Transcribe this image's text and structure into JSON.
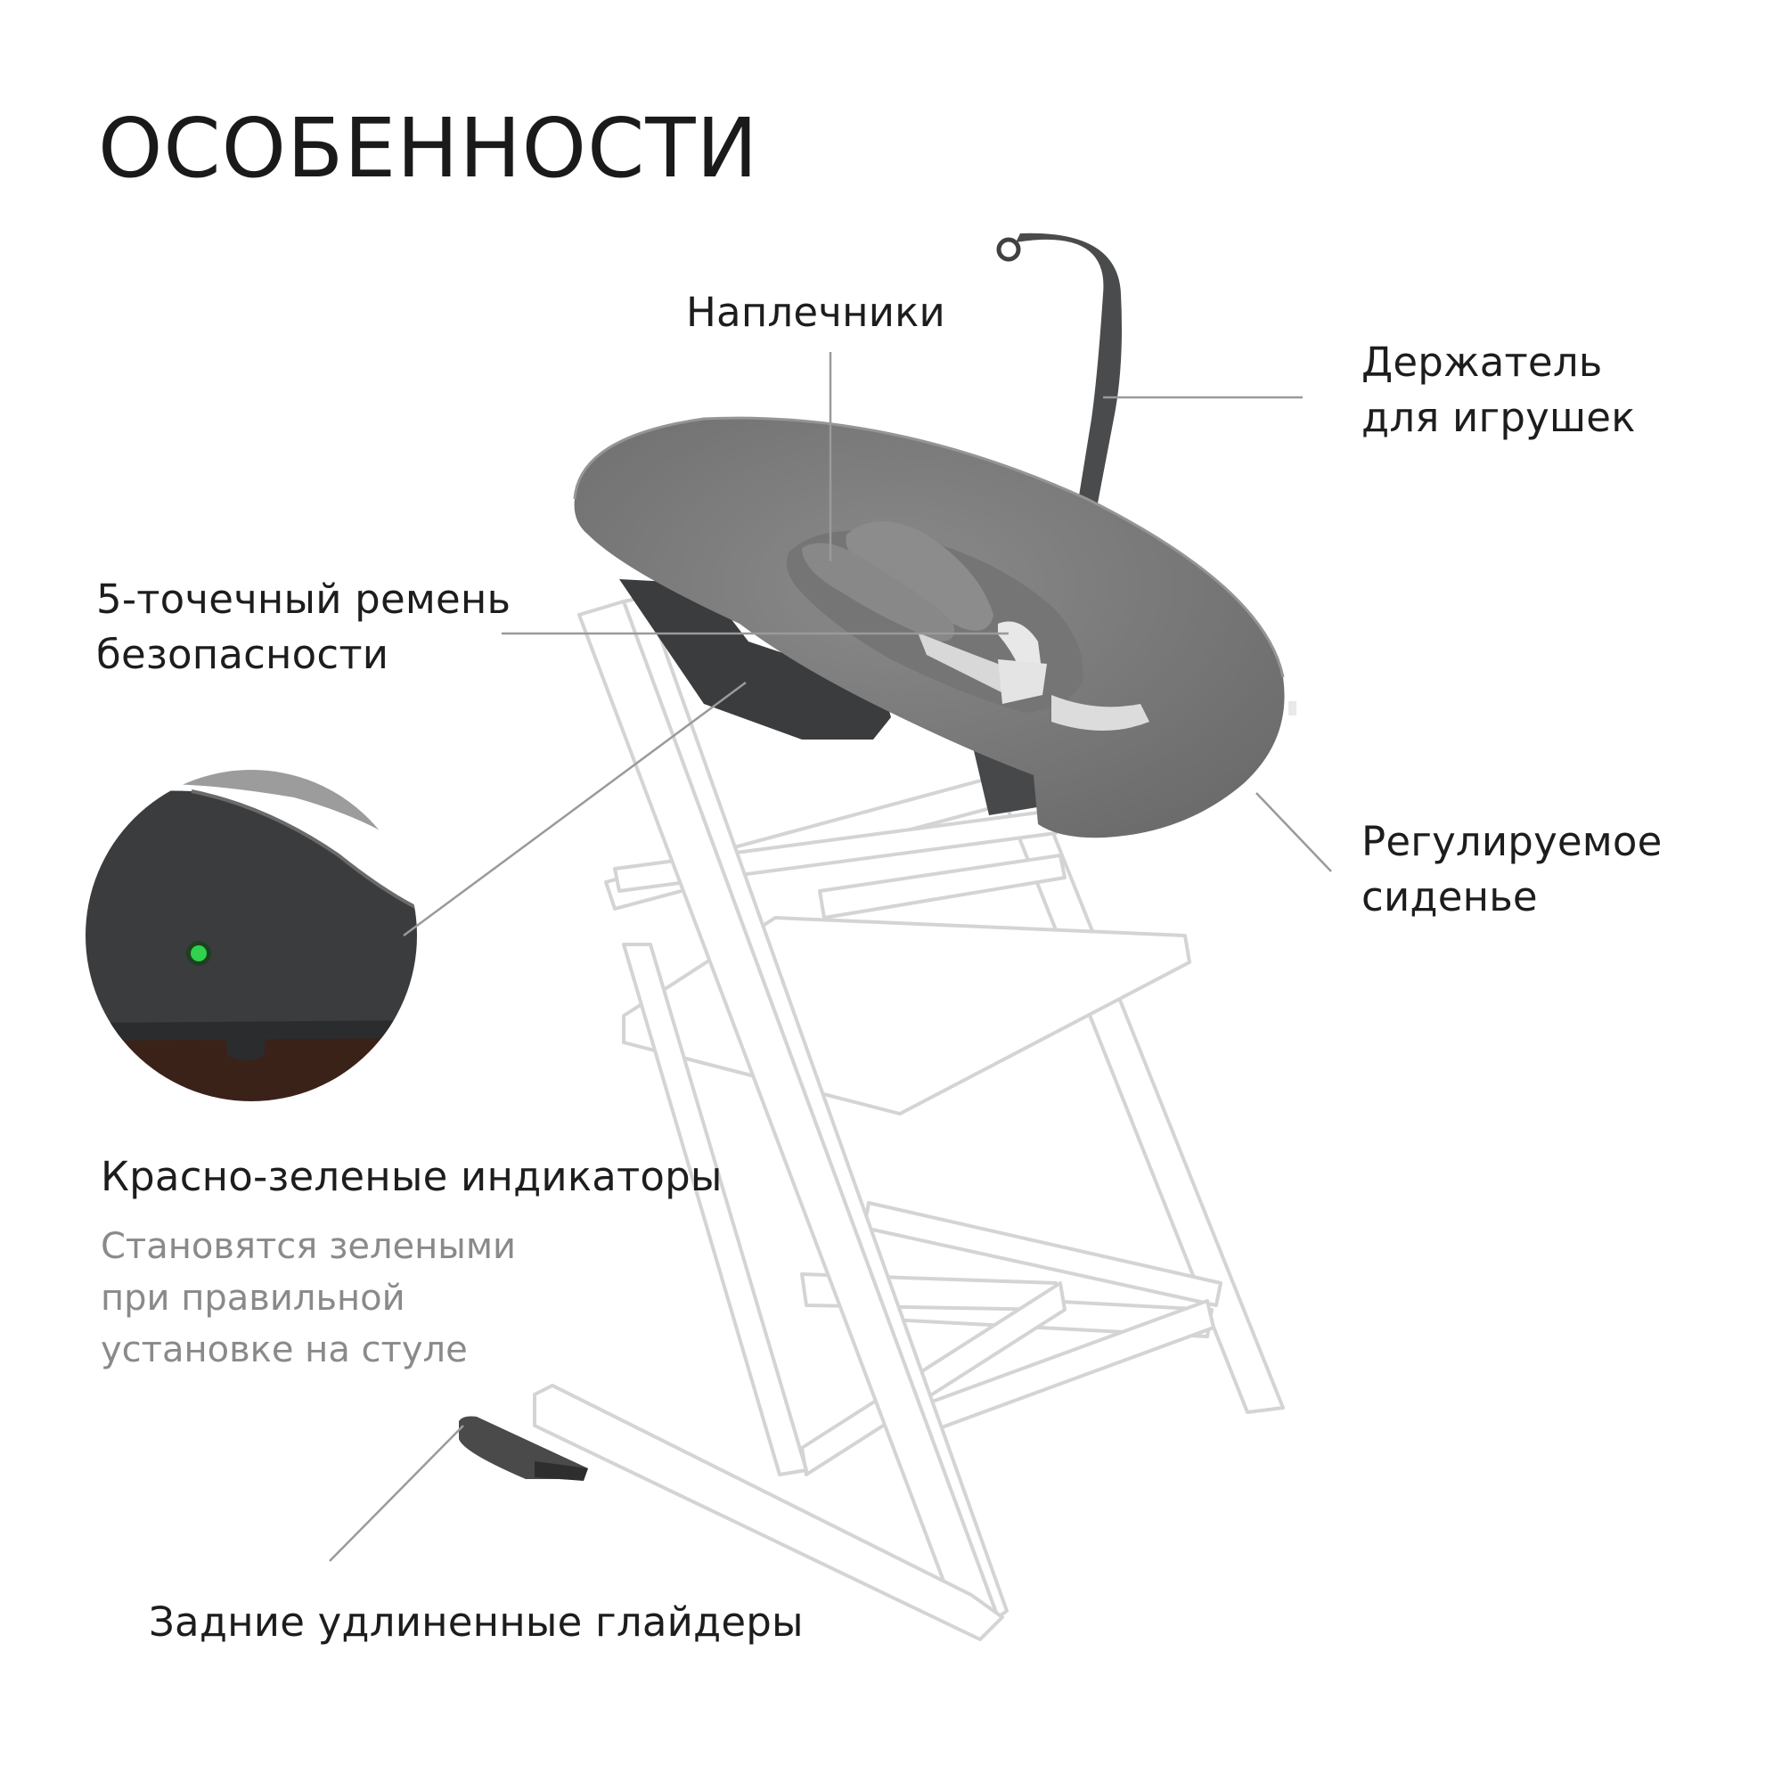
{
  "title": "ОСОБЕННОСТИ",
  "labels": {
    "shoulder_pads": "Наплечники",
    "toy_holder": [
      "Держатель",
      "для игрушек"
    ],
    "harness": [
      "5-точечный ремень",
      "безопасности"
    ],
    "adjustable_seat": [
      "Регулируемое",
      "сиденье"
    ],
    "indicators": "Красно-зеленые индикаторы",
    "indicators_note": [
      "Становятся зелеными",
      "при правильной",
      "установке на стуле"
    ],
    "gliders": "Задние удлиненные глайдеры"
  },
  "colors": {
    "text": "#1d1d1d",
    "note_text": "#8a8a8a",
    "leader_line": "#9a9a9a",
    "chair_outline": "#d4d4d4",
    "seat_fabric": "#7d7d7d",
    "seat_shell": "#3b3c3d",
    "indicator": "#2fd14d",
    "wood": "#3b2219"
  }
}
